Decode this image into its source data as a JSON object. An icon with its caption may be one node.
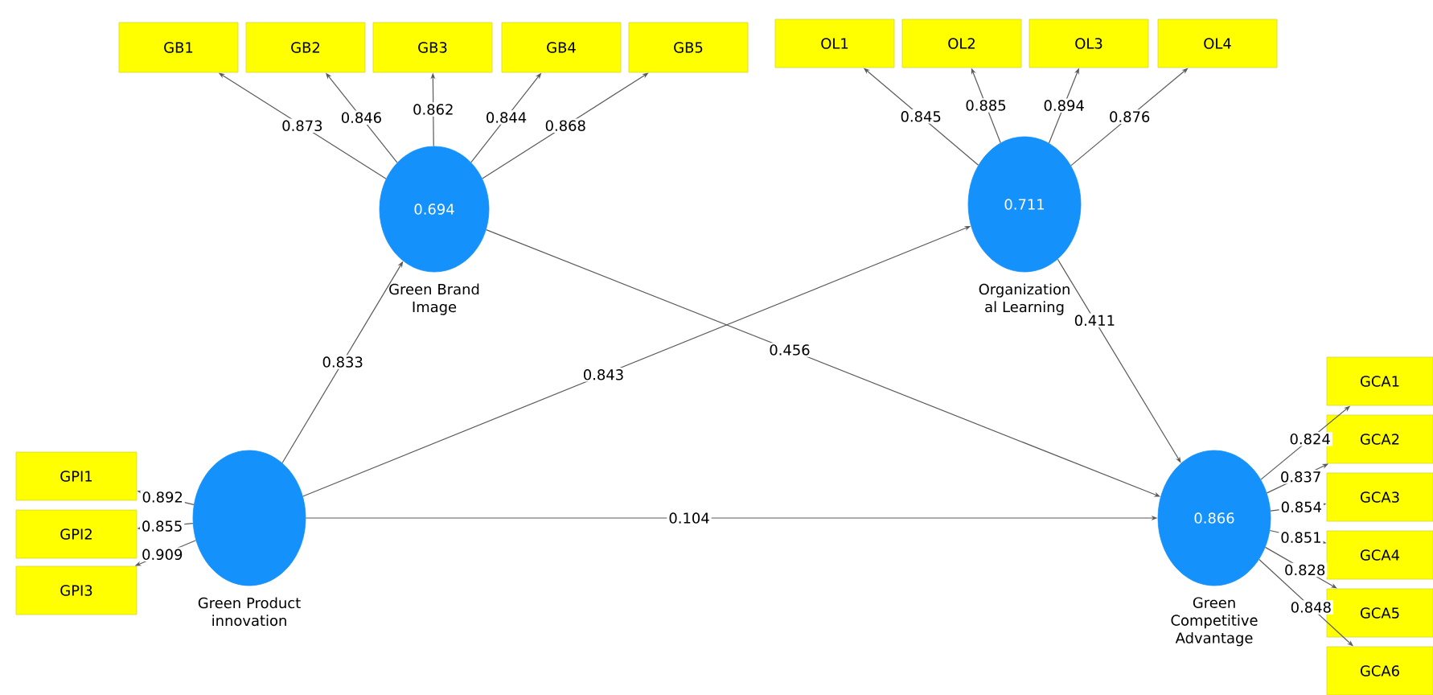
{
  "diagram": {
    "nodes": [
      {
        "text": [
          "0.694"
        ],
        "beside": [
          "Green Brand Image"
        ]
      },
      {
        "text": [
          "0.711"
        ],
        "beside": [
          "Organization al Learning"
        ]
      },
      {
        "text": [],
        "shape": "circle",
        "beside": [
          "Green Product innovation"
        ]
      },
      {
        "text": [
          "0.866"
        ],
        "beside": [
          "Green Competitive Advantage"
        ]
      },
      {
        "text": [
          "GB1"
        ]
      },
      {
        "text": [
          "GB2"
        ]
      },
      {
        "text": [
          "GB3"
        ]
      },
      {
        "text": [
          "GB4"
        ]
      },
      {
        "text": [
          "GB5"
        ]
      },
      {
        "text": [
          "OL1"
        ]
      },
      {
        "text": [
          "OL2"
        ]
      },
      {
        "text": [
          "OL3"
        ]
      },
      {
        "text": [
          "OL4"
        ]
      },
      {
        "text": [
          "GPI1"
        ]
      },
      {
        "text": [
          "GPI2"
        ]
      },
      {
        "text": [
          "GPI3"
        ]
      },
      {
        "text": [
          "GCA1"
        ]
      },
      {
        "text": [
          "GCA2"
        ]
      },
      {
        "text": [
          "GCA3"
        ]
      },
      {
        "text": [
          "GCA4"
        ]
      },
      {
        "text": [
          "GCA5"
        ]
      },
      {
        "text": [
          "GCA6"
        ]
      }
    ],
    "edges": [
      {
        "from": 2,
        "to": 0,
        "arrow": "to",
        "label": "0.833"
      },
      {
        "from": 2,
        "to": 1,
        "arrow": "to",
        "label": "0.843"
      },
      {
        "from": 0,
        "to": 3,
        "arrow": "to",
        "label": "0.456"
      },
      {
        "from": 1,
        "to": 3,
        "arrow": "to",
        "label": "0.411"
      },
      {
        "from": 2,
        "to": 3,
        "arrow": "to",
        "label": "0.104"
      },
      {
        "from": 0,
        "to": 4,
        "arrow": "to",
        "label": "0.873"
      },
      {
        "from": 0,
        "to": 5,
        "arrow": "to",
        "label": "0.846"
      },
      {
        "from": 0,
        "to": 6,
        "arrow": "to",
        "label": "0.862"
      },
      {
        "from": 0,
        "to": 7,
        "arrow": "to",
        "label": "0.844"
      },
      {
        "from": 0,
        "to": 8,
        "arrow": "to",
        "label": "0.868"
      },
      {
        "from": 1,
        "to": 9,
        "arrow": "to",
        "label": "0.845"
      },
      {
        "from": 1,
        "to": 10,
        "arrow": "to",
        "label": "0.885"
      },
      {
        "from": 1,
        "to": 11,
        "arrow": "to",
        "label": "0.894"
      },
      {
        "from": 1,
        "to": 12,
        "arrow": "to",
        "label": "0.876"
      },
      {
        "from": 2,
        "to": 13,
        "arrow": "to",
        "label": "0.892"
      },
      {
        "from": 2,
        "to": 14,
        "arrow": "to",
        "label": "0.855"
      },
      {
        "from": 2,
        "to": 15,
        "arrow": "to",
        "label": "0.909"
      },
      {
        "from": 3,
        "to": 16,
        "arrow": "to",
        "label": "0.824"
      },
      {
        "from": 3,
        "to": 17,
        "arrow": "to",
        "label": "0.837"
      },
      {
        "from": 3,
        "to": 18,
        "arrow": "to",
        "label": "0.854"
      },
      {
        "from": 3,
        "to": 19,
        "arrow": "to",
        "label": "0.851"
      },
      {
        "from": 3,
        "to": 20,
        "arrow": "to",
        "label": "0.828"
      },
      {
        "from": 3,
        "to": 21,
        "arrow": "to",
        "label": "0.848"
      }
    ]
  }
}
